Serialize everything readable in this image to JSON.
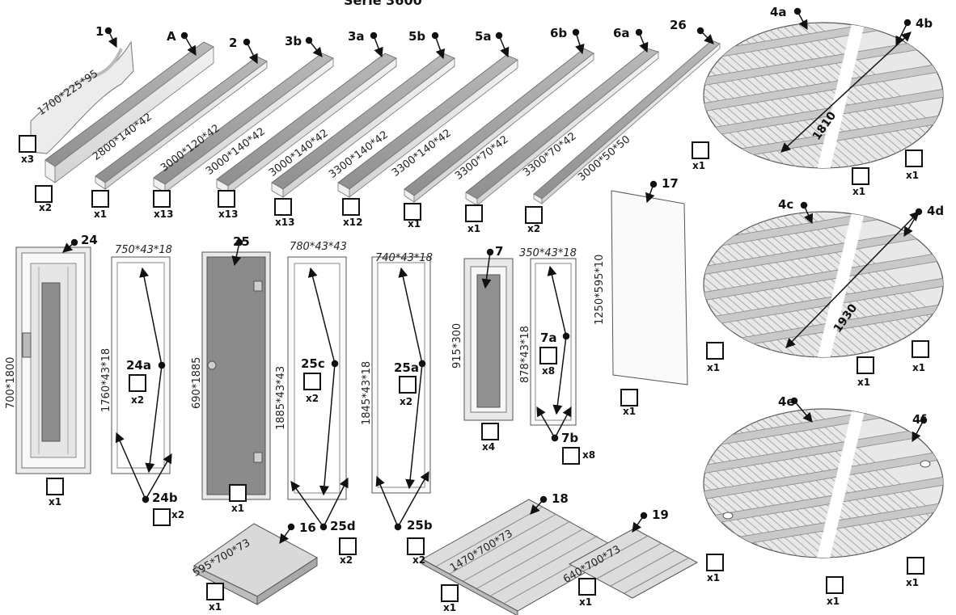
{
  "header": {
    "text": "Serie 3600"
  },
  "beams": [
    {
      "label": "1",
      "dim": "1700*225*95",
      "qty": "x3"
    },
    {
      "label": "A",
      "dim": "2800*140*42",
      "qty": "x2"
    },
    {
      "label": "2",
      "dim": "3000*120*42",
      "qty": "x1"
    },
    {
      "label": "3b",
      "dim": "3000*140*42",
      "qty": "x13"
    },
    {
      "label": "3a",
      "dim": "3000*140*42",
      "qty": "x13"
    },
    {
      "label": "5b",
      "dim": "3300*140*42",
      "qty": "x13"
    },
    {
      "label": "5a",
      "dim": "3300*140*42",
      "qty": "x12"
    },
    {
      "label": "6b",
      "dim": "3300*70*42",
      "qty": "x1"
    },
    {
      "label": "6a",
      "dim": "3300*70*42",
      "qty": "x1"
    },
    {
      "label": "26",
      "dim": "3000*50*50",
      "qty": "x2"
    }
  ],
  "panels": [
    {
      "label": "24",
      "dim": "700*1800",
      "qty": "x1"
    },
    {
      "label": "24a",
      "qty": "x2"
    },
    {
      "label": "24b",
      "qty": "x2"
    },
    {
      "label": "25",
      "dim": "690*1885",
      "qty": "x1"
    },
    {
      "label": "25c",
      "qty": "x2"
    },
    {
      "label": "25d",
      "qty": "x2"
    },
    {
      "label": "25a",
      "qty": "x2"
    },
    {
      "label": "25b",
      "qty": "x2"
    },
    {
      "label": "7",
      "dim": "915*300",
      "qty": "x4"
    },
    {
      "label": "7a",
      "qty": "x8"
    },
    {
      "label": "7b",
      "qty": "x8"
    },
    {
      "label": "17",
      "dim": "1250*595*10",
      "qty": "x1"
    },
    {
      "label": "16",
      "dim": "595*700*73",
      "qty": "x1"
    },
    {
      "label": "18",
      "dim": "1470*700*73",
      "qty": "x1"
    },
    {
      "label": "19",
      "dim": "640*700*73",
      "qty": "x1"
    }
  ],
  "frame_dims": {
    "f24": {
      "top": "750*43*18",
      "side": "1760*43*18"
    },
    "f25c": {
      "top": "780*43*43",
      "side": "1885*43*43"
    },
    "f25a": {
      "top": "740*43*18",
      "side": "1845*43*18"
    },
    "f7": {
      "top": "350*43*18",
      "side": "878*43*18"
    }
  },
  "discs": [
    {
      "labels": [
        "4a",
        "4b"
      ],
      "dim": "1810",
      "qty": [
        "x1",
        "x1",
        "x1"
      ]
    },
    {
      "labels": [
        "4c",
        "4d"
      ],
      "dim": "1930",
      "qty": [
        "x1",
        "x1",
        "x1"
      ]
    },
    {
      "labels": [
        "4e",
        "4f"
      ],
      "qty": [
        "x1",
        "x1",
        "x1"
      ]
    }
  ],
  "colors": {
    "ink": "#111111",
    "wood_light": "#e4e4e4",
    "wood_mid": "#c4c4c4",
    "wood_dark": "#9a9a9a",
    "glass": "#8a8a8a"
  }
}
